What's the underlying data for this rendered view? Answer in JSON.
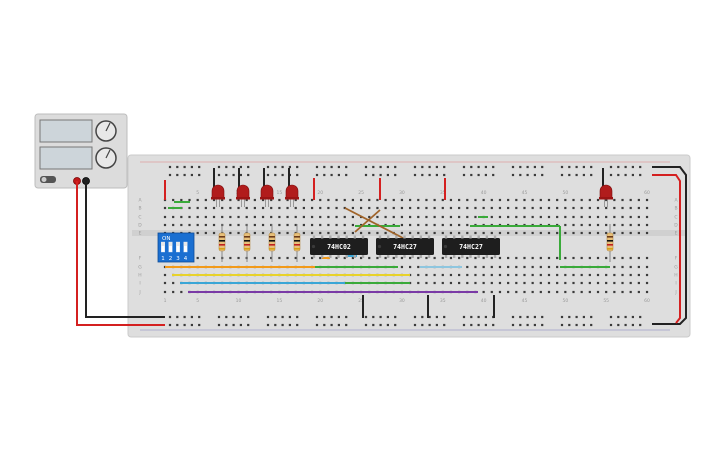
{
  "colors": {
    "board": "#dcdcdc",
    "board_edge": "#c8c8c8",
    "hole": "#3a3a3a",
    "rail_red": "#d82020",
    "rail_blue": "#222222",
    "chip": "#1e1e1e",
    "led": "#b11c1c",
    "dip": "#1a6fd1",
    "supply": "#d9d9d9",
    "display": "#cfd6da"
  },
  "breadboard": {
    "column_numbers": [
      "1",
      "5",
      "10",
      "15",
      "20",
      "25",
      "30",
      "35",
      "40",
      "45",
      "50",
      "55",
      "60"
    ],
    "row_letters_top": [
      "A",
      "B",
      "C",
      "D",
      "E"
    ],
    "row_letters_bottom": [
      "F",
      "G",
      "H",
      "I",
      "J"
    ],
    "column_marker_y": [
      295
    ],
    "column_marker_top_y": [
      192
    ]
  },
  "power_supply": {
    "knob1_marks": "",
    "knob2_marks": "",
    "label": ""
  },
  "dip_switch": {
    "label": "ON",
    "numbers": [
      "1",
      "2",
      "3",
      "4"
    ]
  },
  "chips": [
    {
      "label": "74HC02"
    },
    {
      "label": "74HC27"
    },
    {
      "label": "74HC27"
    }
  ],
  "leds": [
    {
      "name": "led-1"
    },
    {
      "name": "led-2"
    },
    {
      "name": "led-3"
    },
    {
      "name": "led-4"
    },
    {
      "name": "led-5"
    }
  ]
}
